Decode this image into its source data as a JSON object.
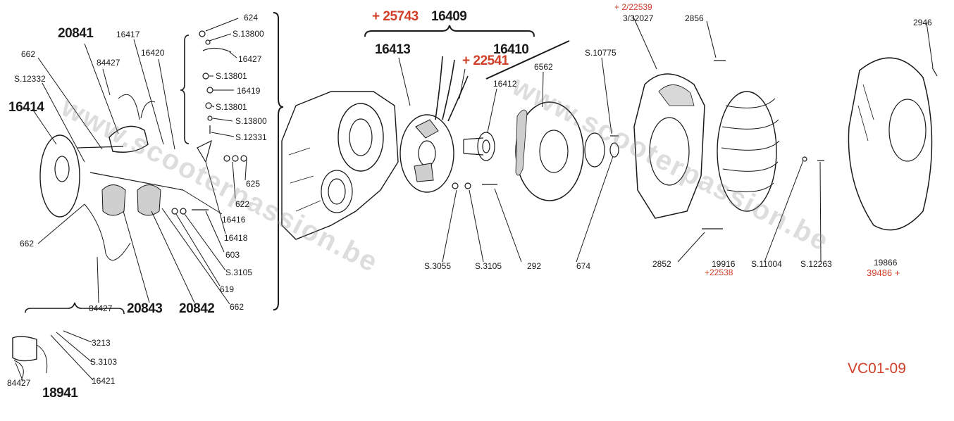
{
  "colors": {
    "ink": "#1a1a1a",
    "accent_red": "#d0402a",
    "watermark": "#9a9a9a"
  },
  "diagram_code": "VC01-09",
  "watermark": "www.scooterpassion.be",
  "parts": {
    "p624": "624",
    "p13800a": "S.13800",
    "p16427": "16427",
    "p13801a": "S.13801",
    "p16419": "16419",
    "p13801b": "S.13801",
    "p13800b": "S.13800",
    "p12331": "S.12331",
    "p625": "625",
    "p622": "622",
    "p16416": "16416",
    "p16418": "16418",
    "p603": "603",
    "p3105a": "S.3105",
    "p619": "619",
    "p662c": "662",
    "p20841": "20841",
    "p16417": "16417",
    "p16420": "16420",
    "p84427a": "84427",
    "p662a": "662",
    "p12332": "S.12332",
    "p16414": "16414",
    "p662b": "662",
    "p84427b": "84427",
    "p20843": "20843",
    "p20842": "20842",
    "p3213": "3213",
    "p3103": "S.3103",
    "p16421": "16421",
    "p84427c": "84427",
    "p18941": "18941",
    "p25743": "+ 25743",
    "p16409": "16409",
    "p16413": "16413",
    "p16410": "16410",
    "p22541": "+ 22541",
    "p16412": "16412",
    "p6562": "6562",
    "p10775": "S.10775",
    "p3055": "S.3055",
    "p3105b": "S.3105",
    "p292": "292",
    "p674": "674",
    "p22539": "+ 2/22539",
    "p32027": "3/32027",
    "p2856": "2856",
    "p2946": "2946",
    "p2852": "2852",
    "p19916": "19916",
    "p22538": "+22538",
    "p11004": "S.11004",
    "p12263": "S.12263",
    "p19866": "19866",
    "p39486": "39486 +"
  }
}
